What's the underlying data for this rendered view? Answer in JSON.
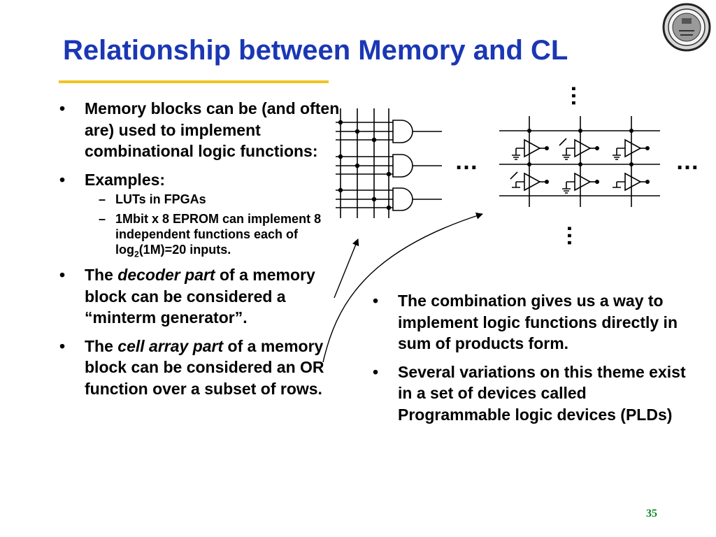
{
  "slide": {
    "title": "Relationship between Memory and CL",
    "page_number": "35",
    "colors": {
      "title": "#1a37b4",
      "rule": "#f2c322",
      "page_number": "#0a8a22"
    }
  },
  "left_bullets": [
    {
      "text": "Memory blocks can be (and often are) used to implement combinational logic functions:"
    },
    {
      "text": "Examples:",
      "sub": [
        {
          "text": "LUTs in FPGAs"
        },
        {
          "text_a": "1Mbit x 8 EPROM can implement 8 independent functions each of log",
          "sub_script": "2",
          "text_b": "(1M)=20 inputs."
        }
      ]
    },
    {
      "pre": "The ",
      "em": "decoder part",
      "post": " of a memory block can be considered a “minterm generator”."
    },
    {
      "pre": "The ",
      "em": "cell array part",
      "post": " of a memory block can be considered an OR function over a subset of rows."
    }
  ],
  "right_bullets": [
    {
      "text": "The combination gives us a way to implement logic functions directly in sum of products form."
    },
    {
      "text": "Several variations on this theme exist in a set of devices called Programmable logic devices (PLDs)"
    }
  ],
  "bullet_glyphs": {
    "level1": "•",
    "level2": "–"
  },
  "diagram": {
    "ellipsis": "…",
    "icons": [
      "and-gate-icon",
      "tristate-buffer-icon",
      "ground-icon",
      "arrow-icon",
      "university-seal-icon"
    ]
  }
}
